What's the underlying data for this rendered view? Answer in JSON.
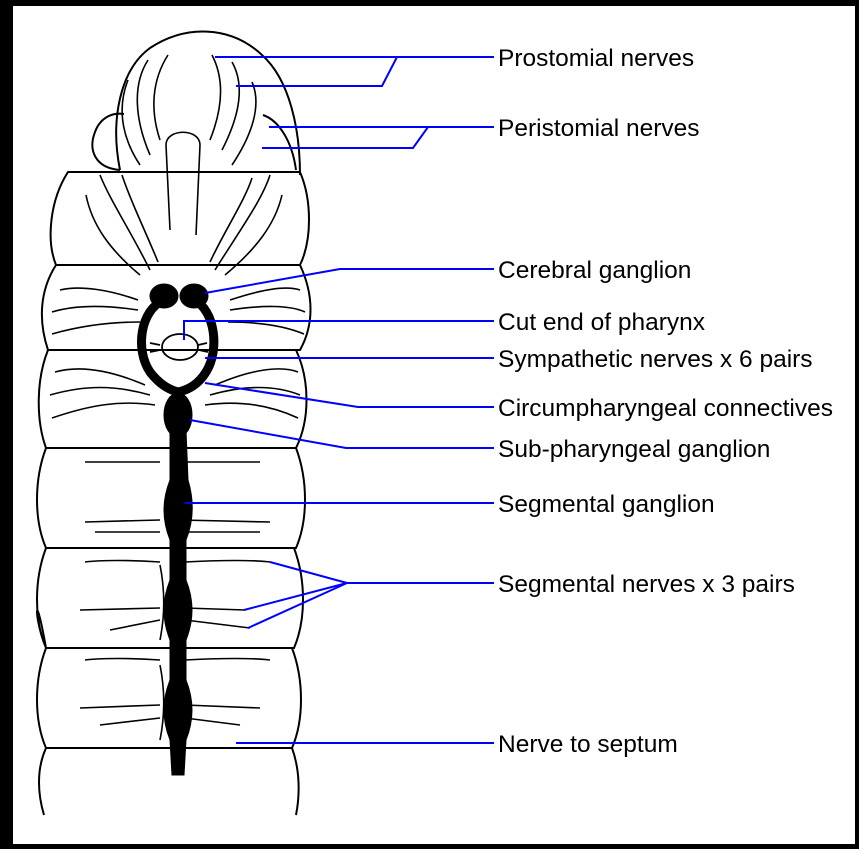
{
  "diagram": {
    "labels": {
      "prostomial": "Prostomial nerves",
      "peristomial": "Peristomial nerves",
      "cerebral": "Cerebral ganglion",
      "pharynx": "Cut end of pharynx",
      "sympathetic": "Sympathetic nerves x 6 pairs",
      "circum": "Circumpharyngeal connectives",
      "subpharyngeal": "Sub-pharyngeal ganglion",
      "segmental_ganglion": "Segmental ganglion",
      "segmental_nerves": "Segmental nerves x 3 pairs",
      "septum": "Nerve to septum"
    },
    "colors": {
      "leader_line": "#0000ff",
      "outline": "#000000",
      "frame": "#000000",
      "background": "#ffffff"
    }
  }
}
